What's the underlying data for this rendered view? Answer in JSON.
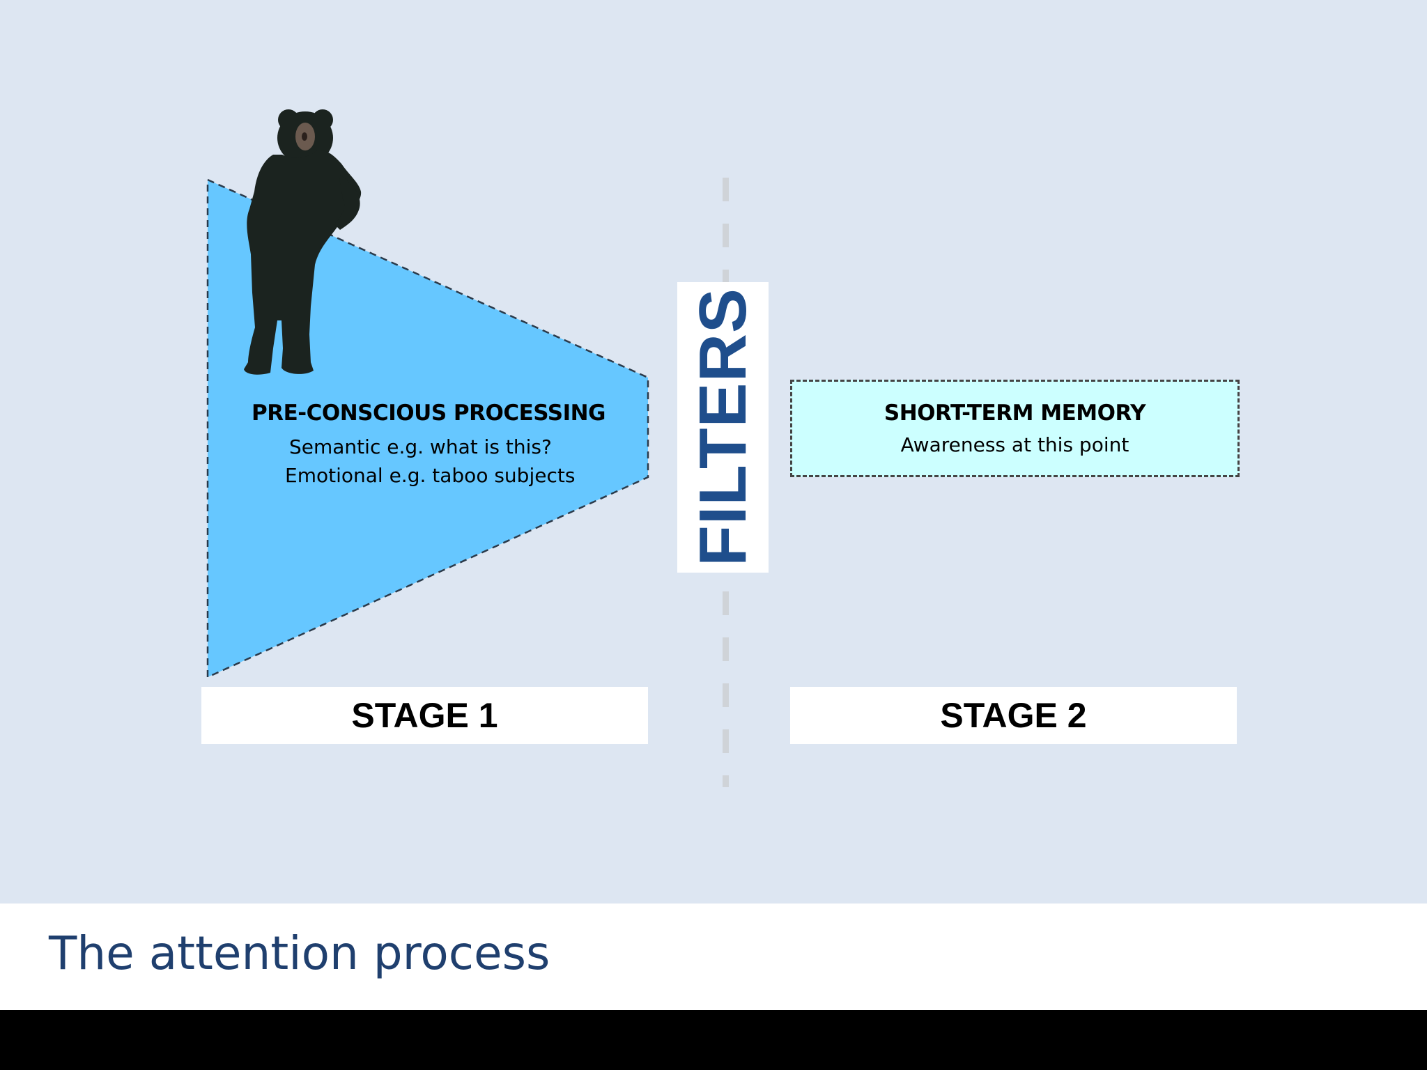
{
  "slide": {
    "title": "The attention process"
  },
  "stage1": {
    "heading": "PRE-CONSCIOUS PROCESSING",
    "line1": "Semantic e.g. what is this?",
    "line2": "Emotional e.g. taboo subjects",
    "label": "STAGE 1"
  },
  "filters": {
    "label": "FILTERS"
  },
  "stage2": {
    "heading": "SHORT-TERM MEMORY",
    "subtext": "Awareness at this point",
    "label": "STAGE 2"
  },
  "colors": {
    "background": "#dde6f2",
    "funnel_fill": "#66c7ff",
    "stm_fill": "#ccffff",
    "filters_text": "#1f4e8c",
    "title_text": "#1f3f6e",
    "figure": "#1b231f"
  },
  "icons": {
    "figure": "person-in-bear-costume-icon"
  }
}
